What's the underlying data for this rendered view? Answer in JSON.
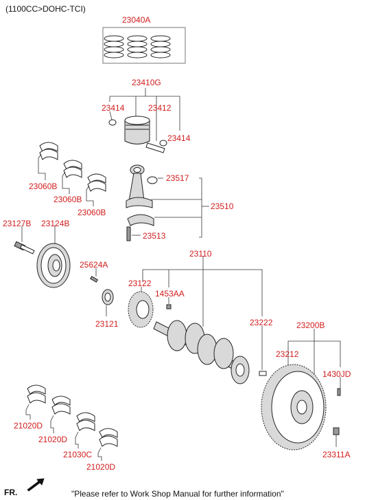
{
  "header": {
    "engine_spec": "(1100CC>DOHC-TCI)"
  },
  "footer": {
    "direction_label": "FR.",
    "note": "\"Please refer to Work Shop Manual for further information\""
  },
  "colors": {
    "part_number": "#d11c1c",
    "text": "#111111",
    "leader": "#333333"
  },
  "parts": {
    "piston_ring_set": "23040A",
    "piston_assy": "23410G",
    "snap_ring_left": "23414",
    "piston_pin": "23412",
    "snap_ring_right": "23414",
    "conrod_bearing_a": "23060B",
    "conrod_bearing_b": "23060B",
    "conrod_bearing_c": "23060B",
    "conrod_bushing": "23517",
    "conrod_assy": "23510",
    "conrod_bolt": "23513",
    "pulley_bolt": "23127B",
    "damper_pulley": "23124B",
    "key": "25624A",
    "crankshaft": "23110",
    "crank_sprocket": "23122",
    "pin": "1453AA",
    "front_seal": "23121",
    "pilot_bush": "23222",
    "flywheel_assy": "23200B",
    "ring_gear": "23212",
    "dowel_pin": "1430JD",
    "flywheel_bolt": "23311A",
    "main_bearing_a": "21020D",
    "main_bearing_b": "21020D",
    "thrust_bearing": "21030C",
    "main_bearing_c": "21020D"
  }
}
